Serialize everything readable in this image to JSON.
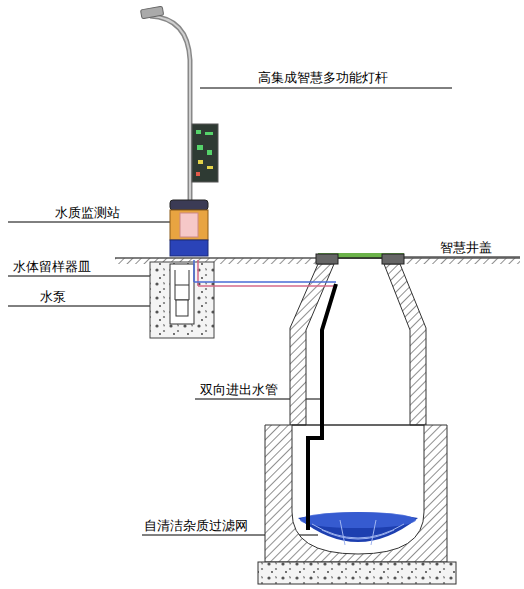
{
  "diagram": {
    "labels": [
      "高集成智慧多功能灯杆",
      "水质监测站",
      "智慧井盖",
      "水体留样器皿",
      "水泵",
      "双向进出水管",
      "自清洁杂质过滤网"
    ]
  }
}
